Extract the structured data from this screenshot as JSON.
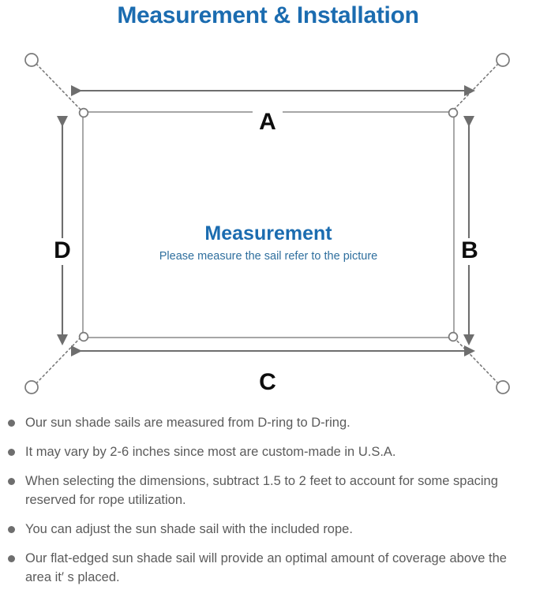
{
  "title": "Measurement & Installation",
  "colors": {
    "title_blue": "#1b6cb0",
    "heading_blue": "#1b6cb0",
    "subtitle_blue": "#2f6f9e",
    "line_gray": "#8c8c8c",
    "sail_outline_gray": "#9a9a9a",
    "arrow_gray": "#6e6e6e",
    "body_text_gray": "#5b5b5b",
    "label_black": "#0d0d0d",
    "background": "#ffffff"
  },
  "diagram": {
    "name": "sun-shade-sail-measurement-diagram",
    "sail_shape_label": "rectangular sun shade sail",
    "dimension_labels": {
      "top": "A",
      "right": "B",
      "bottom": "C",
      "left": "D"
    },
    "center": {
      "heading": "Measurement",
      "subtitle": "Please measure the sail refer to the picture"
    },
    "corner_hardware_label": "D-ring",
    "anchor_point_label": "anchor ring",
    "rope_label": "rope (dotted)"
  },
  "notes": [
    "Our sun shade sails are measured from D-ring to D-ring.",
    "It may vary by 2-6 inches since most are custom-made in U.S.A.",
    "When selecting the dimensions, subtract 1.5 to 2 feet to account for some spacing reserved for rope utilization.",
    "You can adjust the sun shade sail with the included rope.",
    "Our flat-edged sun shade sail will provide an optimal amount of coverage above the area it′ s placed."
  ]
}
